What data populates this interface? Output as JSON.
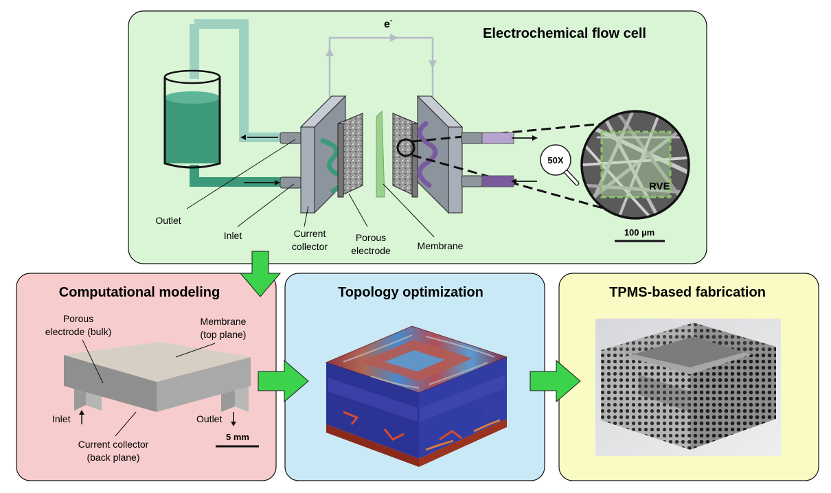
{
  "panels": {
    "flow_cell": {
      "title": "Electrochemical flow cell",
      "electron_label": "e",
      "electron_sup": "-",
      "labels": {
        "outlet": "Outlet",
        "inlet": "Inlet",
        "current_collector_1": "Current",
        "current_collector_2": "collector",
        "porous_electrode_1": "Porous",
        "porous_electrode_2": "electrode",
        "membrane": "Membrane",
        "magnification": "50X",
        "rve": "RVE",
        "scale_bar": "100 µm"
      },
      "bg_color": "#d9f5d6"
    },
    "modeling": {
      "title": "Computational modeling",
      "labels": {
        "porous_bulk_1": "Porous",
        "porous_bulk_2": "electrode (bulk)",
        "membrane_top_1": "Membrane",
        "membrane_top_2": "(top plane)",
        "inlet": "Inlet",
        "outlet": "Outlet",
        "collector_back_1": "Current collector",
        "collector_back_2": "(back plane)",
        "scale_bar": "5 mm"
      },
      "bg_color": "#f7cccc"
    },
    "topology": {
      "title": "Topology optimization",
      "bg_color": "#c9e9f7"
    },
    "fabrication": {
      "title": "TPMS-based fabrication",
      "bg_color": "#fafac4"
    }
  },
  "colors": {
    "arrow_green": "#3cd24b",
    "electrolyte_teal": "#3c9a7a",
    "tube_light": "#9fd1c1",
    "purple": "#7a5a9e",
    "gray_plate": "#8a929c"
  }
}
